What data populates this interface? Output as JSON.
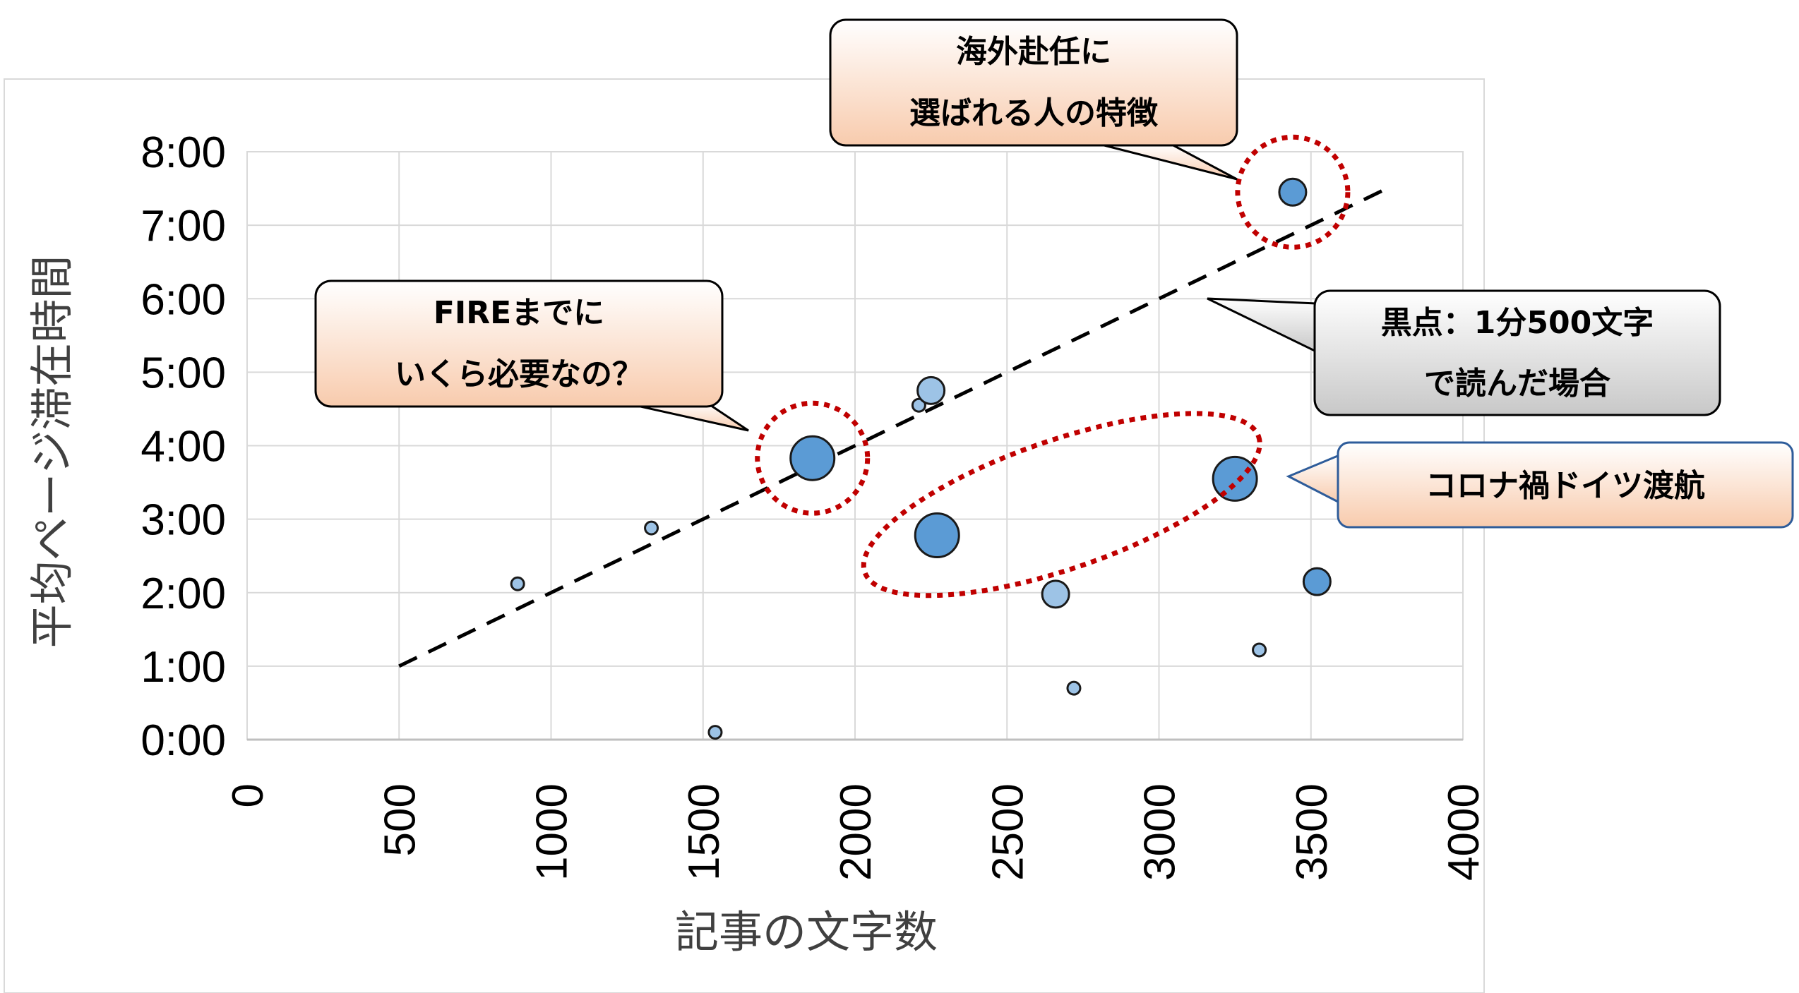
{
  "chart_data": {
    "type": "scatter",
    "xlabel": "記事の文字数",
    "ylabel": "平均ページ滞在時間",
    "xlim": [
      0,
      4000
    ],
    "ylim": [
      0,
      8
    ],
    "x_ticks": [
      "0",
      "500",
      "1000",
      "1500",
      "2000",
      "2500",
      "3000",
      "3500",
      "4000"
    ],
    "y_ticks": [
      "0:00",
      "1:00",
      "2:00",
      "3:00",
      "4:00",
      "5:00",
      "6:00",
      "7:00",
      "8:00"
    ],
    "grid": true,
    "bubble_size_encoding": true,
    "points": [
      {
        "x": 890,
        "y": 2.12,
        "size": "small",
        "shade": "light"
      },
      {
        "x": 1330,
        "y": 2.88,
        "size": "small",
        "shade": "light"
      },
      {
        "x": 1540,
        "y": 0.1,
        "size": "small",
        "shade": "light"
      },
      {
        "x": 1860,
        "y": 3.83,
        "size": "large",
        "shade": "dark"
      },
      {
        "x": 2210,
        "y": 4.55,
        "size": "small",
        "shade": "light"
      },
      {
        "x": 2250,
        "y": 4.75,
        "size": "medium",
        "shade": "light"
      },
      {
        "x": 2270,
        "y": 2.78,
        "size": "large",
        "shade": "dark"
      },
      {
        "x": 2660,
        "y": 1.98,
        "size": "medium",
        "shade": "light"
      },
      {
        "x": 2720,
        "y": 0.7,
        "size": "small",
        "shade": "light"
      },
      {
        "x": 3250,
        "y": 3.55,
        "size": "large",
        "shade": "dark"
      },
      {
        "x": 3330,
        "y": 1.22,
        "size": "small",
        "shade": "light"
      },
      {
        "x": 3440,
        "y": 7.45,
        "size": "medium",
        "shade": "dark"
      },
      {
        "x": 3520,
        "y": 2.15,
        "size": "medium",
        "shade": "dark"
      }
    ],
    "reference_line": {
      "x": [
        500,
        3770
      ],
      "y": [
        1.0,
        7.54
      ],
      "style": "dashed"
    },
    "highlights": [
      {
        "shape": "circle",
        "x": 3440,
        "y": 7.45
      },
      {
        "shape": "circle",
        "x": 1860,
        "y": 3.83
      },
      {
        "shape": "ellipse",
        "x": 2680,
        "y": 3.2
      }
    ],
    "annotations": [
      {
        "lines": [
          "海外赴任に",
          "選ばれる人の特徴"
        ]
      },
      {
        "lines": [
          "FIREまでに",
          "いくら必要なの？"
        ]
      },
      {
        "lines": [
          "黒点：1分500文字",
          "で読んだ場合"
        ]
      },
      {
        "lines": [
          "コロナ禍ドイツ渡航"
        ]
      }
    ]
  },
  "colors": {
    "bubble_dark": "#5b9bd5",
    "bubble_light": "#9dc3e6",
    "bubble_stroke": "#1a1a1a",
    "highlight": "#c00000",
    "callout_warm_fill": "#fbe5d6",
    "callout_warm_fill_top": "#ffffff",
    "callout_gray_fill": "#d9d9d9",
    "callout_blue_border": "#2e5c9a",
    "grid": "#d9d9d9"
  }
}
